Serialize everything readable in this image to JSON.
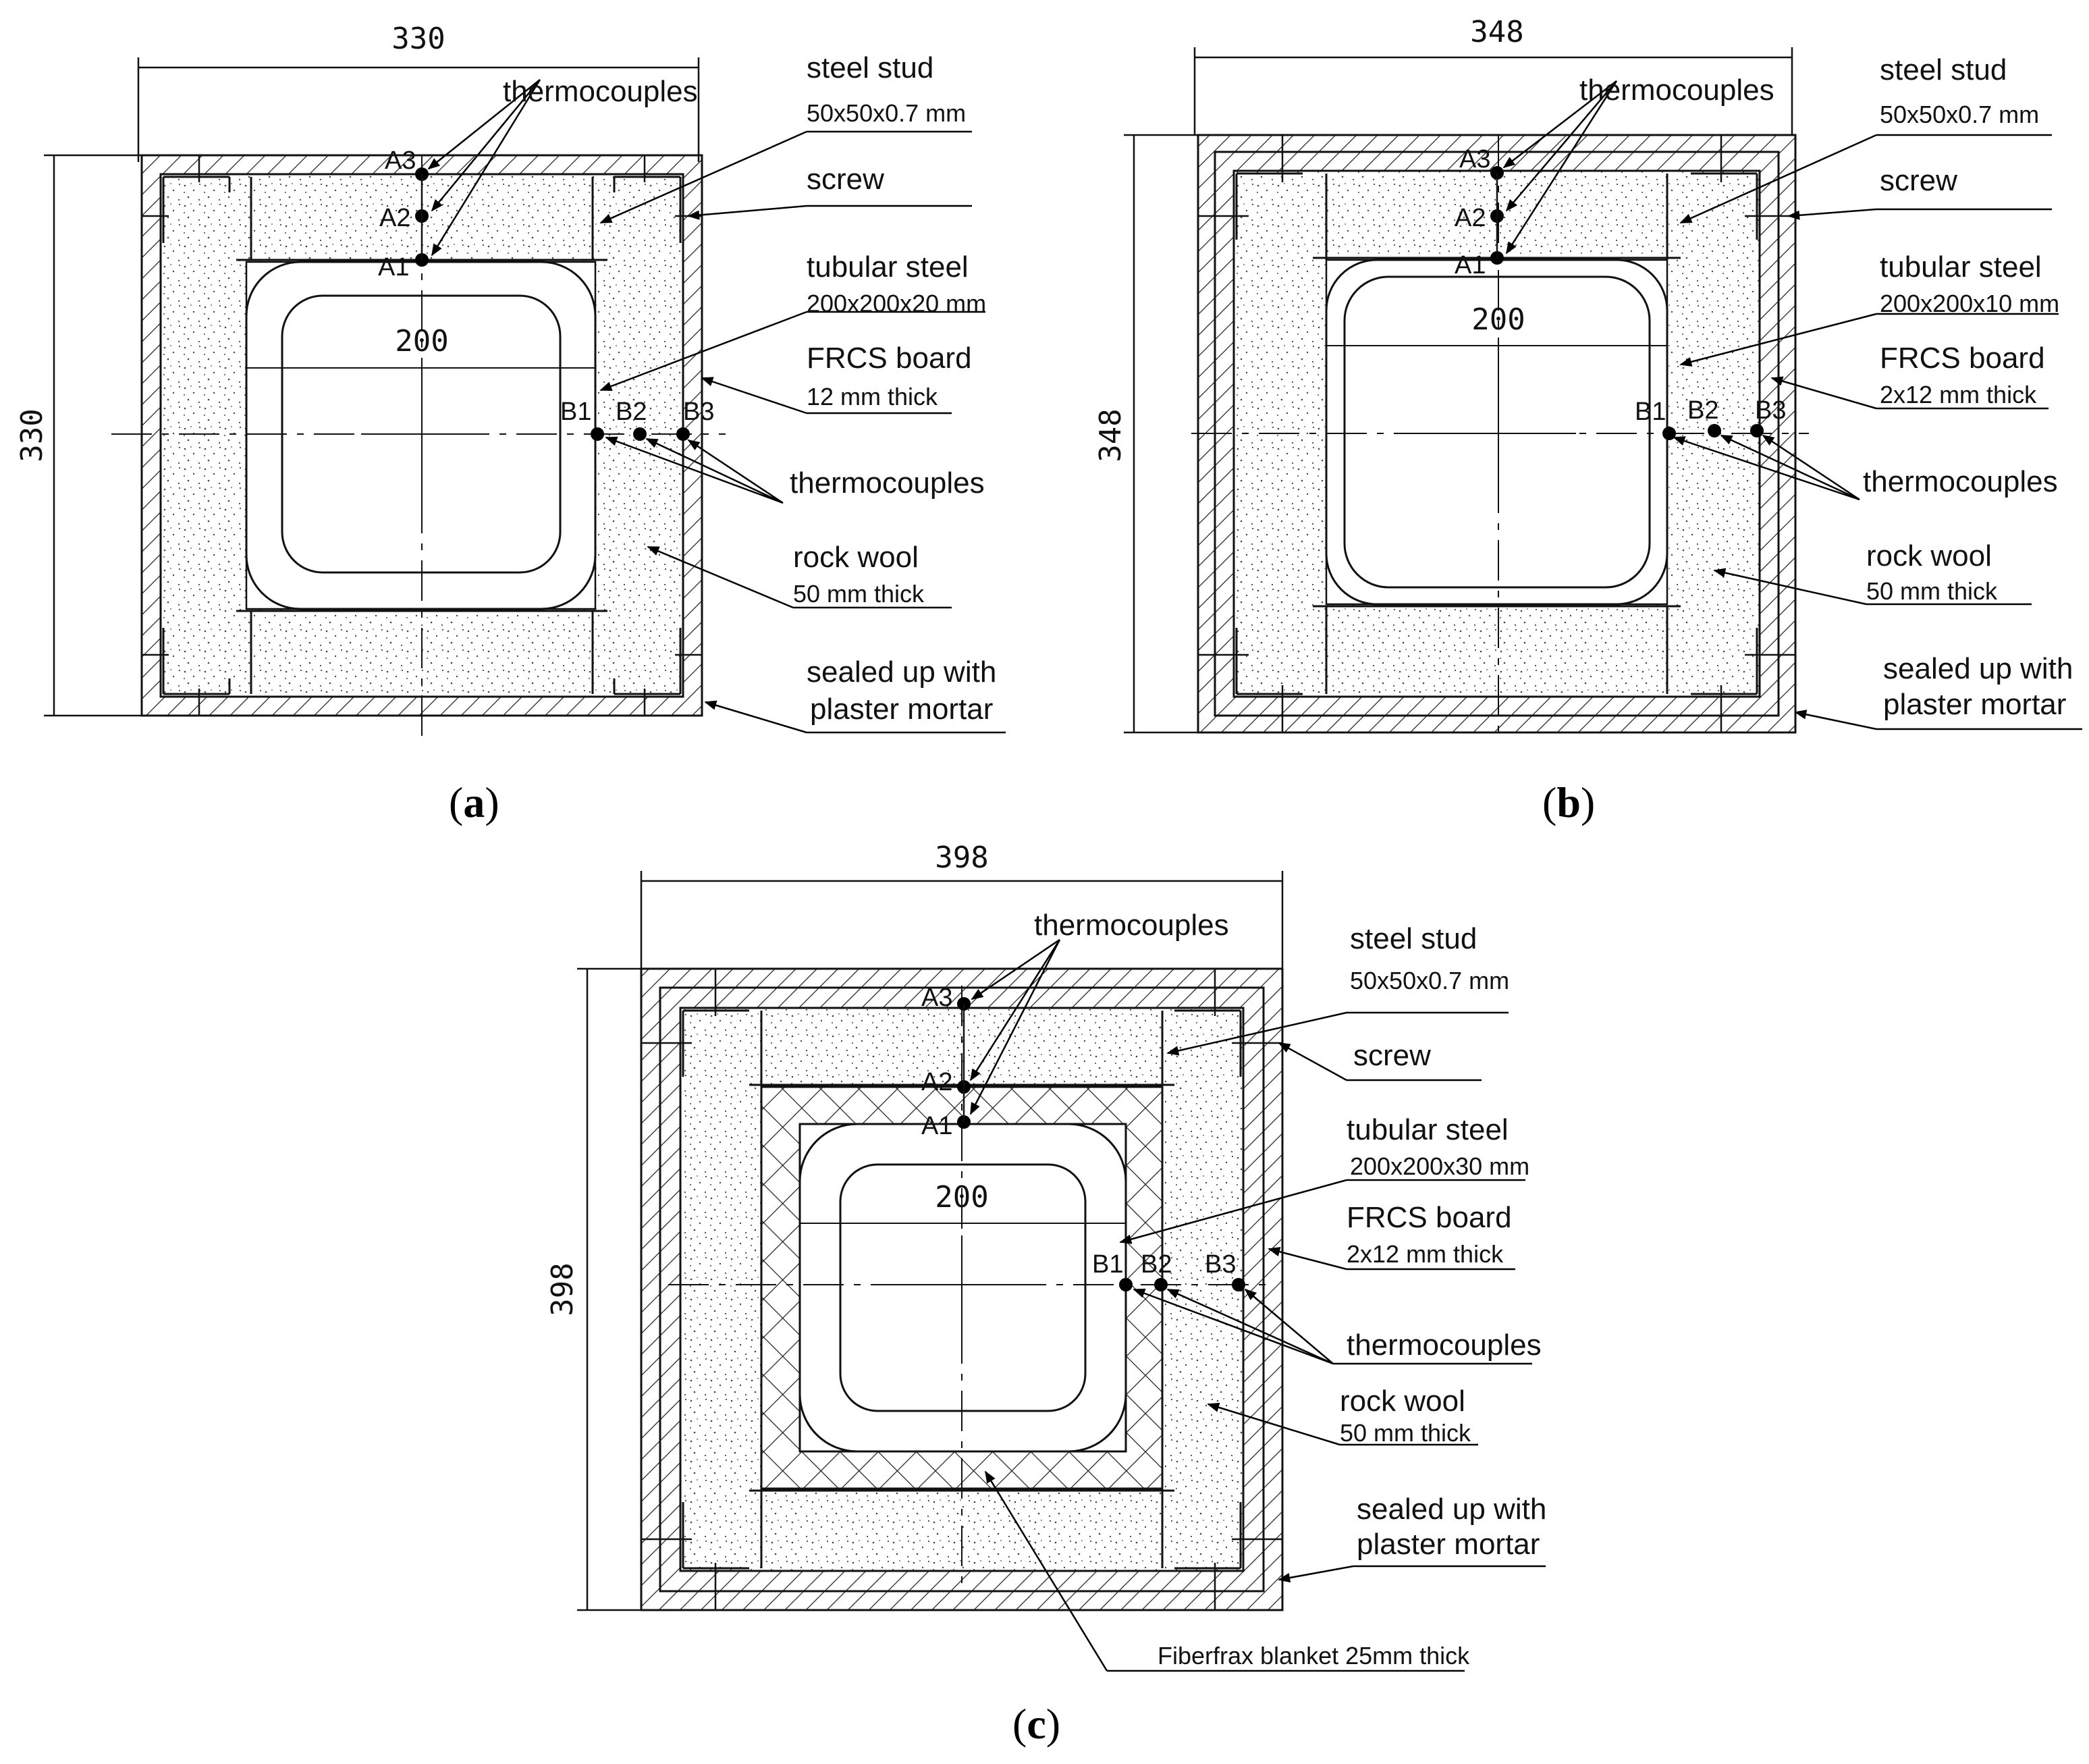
{
  "panels": [
    {
      "caption_open": "(",
      "caption_letter": "a",
      "caption_close": ")",
      "width_dim": "330",
      "height_dim": "330",
      "inner_dim": "200",
      "steel_stud": "steel stud",
      "steel_stud_size": "50x50x0.7 mm",
      "thermocouples_top": "thermocouples",
      "screw": "screw",
      "tubular_steel": "tubular steel",
      "tubular_steel_size": "200x200x20 mm",
      "frcs_board": "FRCS board",
      "frcs_board_thickness": "12 mm thick",
      "thermocouples_side": "thermocouples",
      "rock_wool": "rock wool",
      "rock_wool_thickness": "50 mm thick",
      "sealed_line1": "sealed up with",
      "sealed_line2": "plaster mortar",
      "tc_points": [
        "A3",
        "A2",
        "A1",
        "B1",
        "B2",
        "B3"
      ]
    },
    {
      "caption_open": "(",
      "caption_letter": "b",
      "caption_close": ")",
      "width_dim": "348",
      "height_dim": "348",
      "inner_dim": "200",
      "steel_stud": "steel stud",
      "steel_stud_size": "50x50x0.7 mm",
      "thermocouples_top": "thermocouples",
      "screw": "screw",
      "tubular_steel": "tubular steel",
      "tubular_steel_size": "200x200x10 mm",
      "frcs_board": "FRCS board",
      "frcs_board_thickness": "2x12 mm thick",
      "thermocouples_side": "thermocouples",
      "rock_wool": "rock wool",
      "rock_wool_thickness": "50 mm thick",
      "sealed_line1": "sealed up with",
      "sealed_line2": "plaster mortar",
      "tc_points": [
        "A3",
        "A2",
        "A1",
        "B1",
        "B2",
        "B3"
      ]
    },
    {
      "caption_open": "(",
      "caption_letter": "c",
      "caption_close": ")",
      "width_dim": "398",
      "height_dim": "398",
      "inner_dim": "200",
      "thermocouples_top": "thermocouples",
      "steel_stud": "steel stud",
      "steel_stud_size": "50x50x0.7 mm",
      "screw": "screw",
      "tubular_steel": "tubular steel",
      "tubular_steel_size": "200x200x30 mm",
      "frcs_board": "FRCS board",
      "frcs_board_thickness": "2x12 mm thick",
      "thermocouples_side": "thermocouples",
      "rock_wool": "rock wool",
      "rock_wool_thickness": "50 mm thick",
      "sealed_line1": "sealed up with",
      "sealed_line2": "plaster mortar",
      "fiberfrax": "Fiberfrax blanket 25mm thick",
      "tc_points": [
        "A3",
        "A2",
        "A1",
        "B1",
        "B2",
        "B3"
      ]
    }
  ]
}
